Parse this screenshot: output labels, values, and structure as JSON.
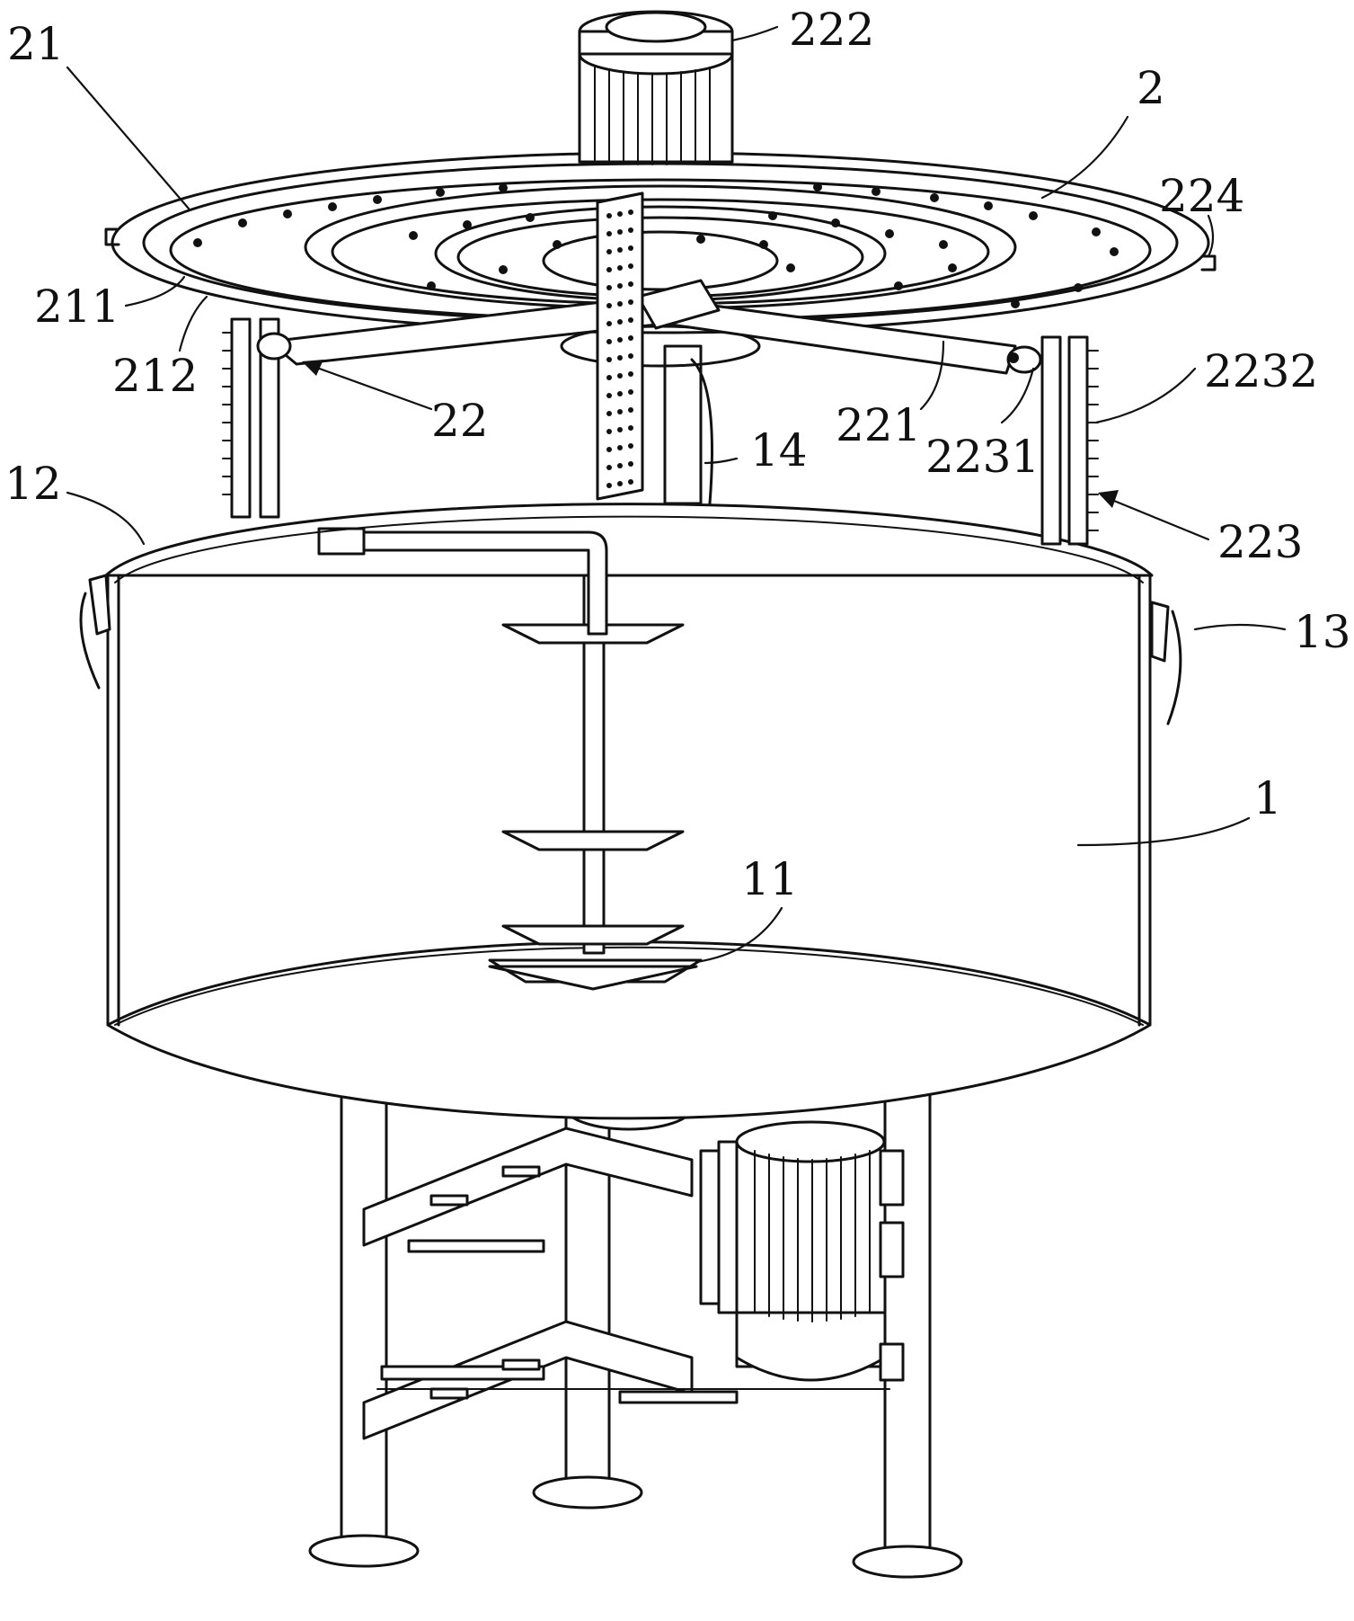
{
  "labels": {
    "l222": "222",
    "l21": "21",
    "l2": "2",
    "l224": "224",
    "l211": "211",
    "l212": "212",
    "l22": "22",
    "l2232": "2232",
    "l221": "221",
    "l2231": "2231",
    "l14": "14",
    "l12": "12",
    "l223": "223",
    "l13": "13",
    "l1": "1",
    "l11": "11"
  }
}
